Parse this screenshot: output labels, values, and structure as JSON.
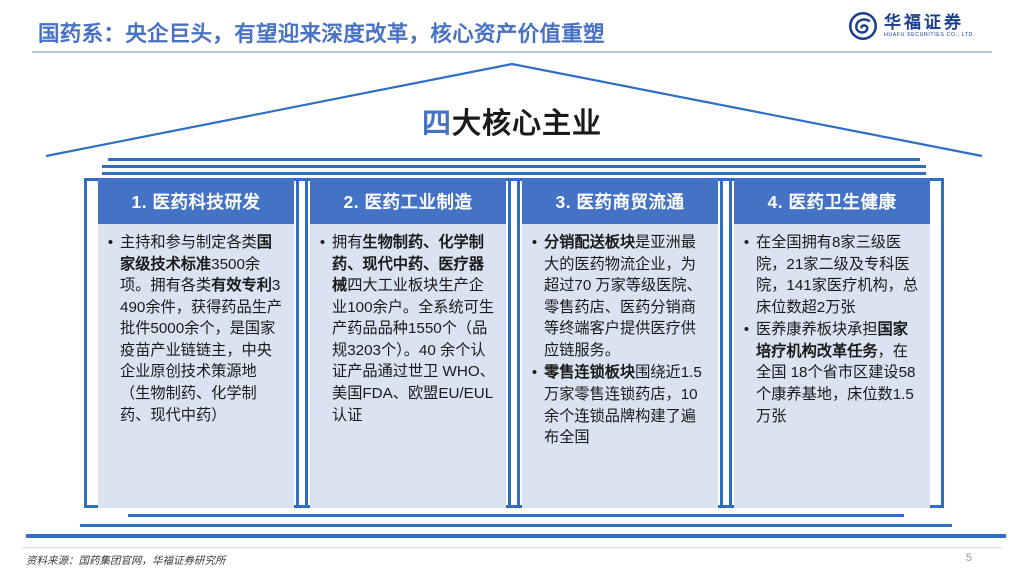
{
  "header": {
    "title": "国药系：央企巨头，有望迎来深度改革，核心资产价值重塑",
    "title_color": "#4a72c4",
    "logo": {
      "icon": "huafu-spiral-logo-icon",
      "cn": "华福证券",
      "en": "HUAFU SECURITIES CO., LTD.",
      "color": "#1a3f8f"
    }
  },
  "gable": {
    "highlight": "四",
    "rest": "大核心主业",
    "highlight_color": "#4472c4",
    "text_color": "#1a1a1a"
  },
  "colors": {
    "beam": "#2e6fc4",
    "card_header_bg": "#4472c4",
    "card_body_bg": "#dbe2f1",
    "card_header_text": "#ffffff"
  },
  "columns": [
    {
      "header": "1. 医药科技研发",
      "bullets": [
        {
          "segments": [
            {
              "text": "主持和参与制定各类",
              "bold": false
            },
            {
              "text": "国家级技术标准",
              "bold": true
            },
            {
              "text": "3500余项。拥有各类",
              "bold": false
            },
            {
              "text": "有效专利",
              "bold": true
            },
            {
              "text": "3490余件，获得药品生产批件5000余个，是国家疫苗产业链链主，中央企业原创技术策源地（生物制药、化学制药、现代中药）",
              "bold": false
            }
          ]
        }
      ]
    },
    {
      "header": "2. 医药工业制造",
      "bullets": [
        {
          "segments": [
            {
              "text": "拥有",
              "bold": false
            },
            {
              "text": "生物制药、化学制药、现代中药、医疗器械",
              "bold": true
            },
            {
              "text": "四大工业板块生产企业100余户。全系统可生产药品品种1550个（品规3203个）。40 余个认证产品通过世卫 WHO、美国FDA、欧盟EU/EUL认证",
              "bold": false
            }
          ]
        }
      ]
    },
    {
      "header": "3. 医药商贸流通",
      "bullets": [
        {
          "segments": [
            {
              "text": "分销配送板块",
              "bold": true
            },
            {
              "text": "是亚洲最大的医药物流企业，为超过70 万家等级医院、零售药店、医药分销商等终端客户提供医疗供应链服务。",
              "bold": false
            }
          ]
        },
        {
          "segments": [
            {
              "text": "零售连锁板块",
              "bold": true
            },
            {
              "text": "围绕近1.5 万家零售连锁药店，10 余个连锁品牌构建了遍布全国",
              "bold": false
            }
          ]
        }
      ]
    },
    {
      "header": "4. 医药卫生健康",
      "bullets": [
        {
          "segments": [
            {
              "text": "在全国拥有8家三级医院，21家二级及专科医院，141家医疗机构，总床位数超2万张",
              "bold": false
            }
          ]
        },
        {
          "segments": [
            {
              "text": "医养康养板块承担",
              "bold": false
            },
            {
              "text": "国家培疗机构改革任务",
              "bold": true
            },
            {
              "text": "，在全国 18个省市区建设58 个康养基地，床位数1.5万张",
              "bold": false
            }
          ]
        }
      ]
    }
  ],
  "footer": {
    "source": "资料来源：国药集团官网，华福证券研究所",
    "page_number": "5"
  }
}
